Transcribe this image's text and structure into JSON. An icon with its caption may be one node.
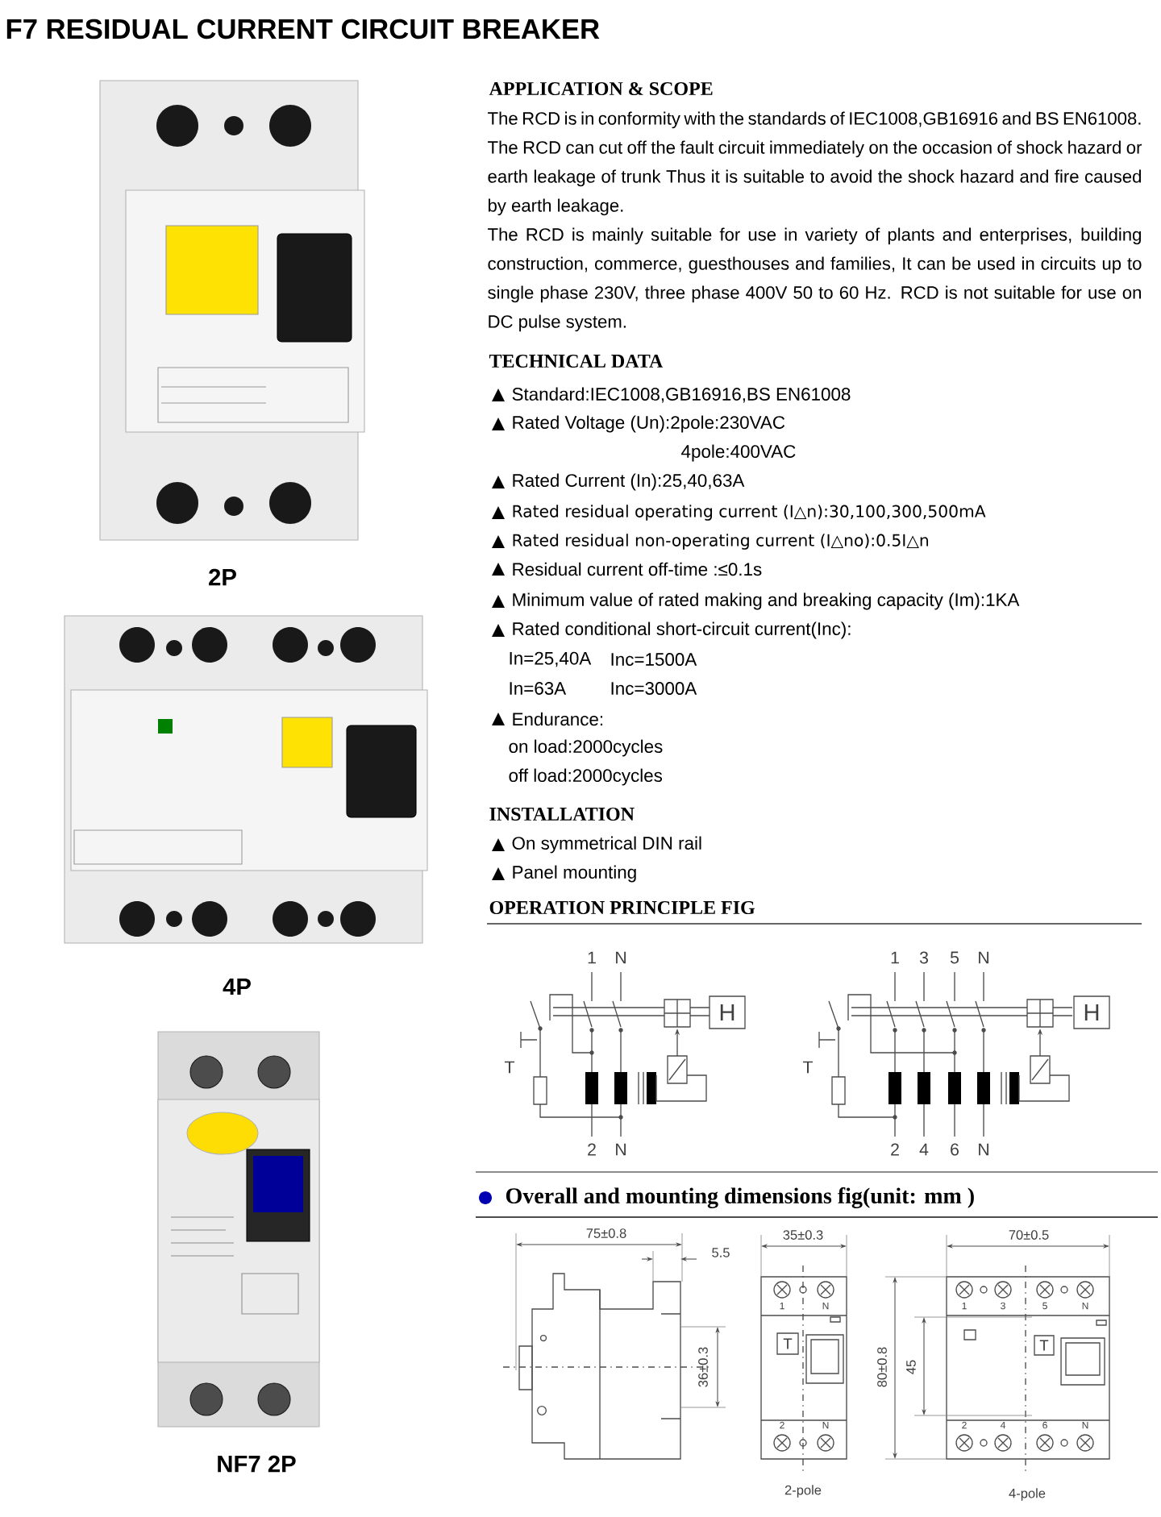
{
  "diagram": {
    "title": "F7 RESIDUAL CURRENT CIRCUIT BREAKER",
    "nodes": [
      {
        "text": [
          "H"
        ]
      },
      {
        "text": [
          "H"
        ]
      },
      {
        "text": [
          "T"
        ]
      },
      {
        "text": [
          "T"
        ]
      }
    ],
    "labels": [
      "2P",
      "4P",
      "NF7 2P",
      "APPLICATION & SCOPE",
      "The RCD is in conformity with the standards of IEC1008,GB16916 and BS EN61008. The RCD can cut off the fault circuit immediately on the occasion of shock hazard or earth leakage of trunk Thus it is suitable to avoid the shock hazard and fire caused by earth leakage.",
      "The RCD is mainly suitable for use in variety of plants and enterprises, building construction, commerce, guesthouses and families, It can be used in circuits up to single phase 230V, three phase 400V 50 to 60 Hz. RCD is not suitable for use on DC pulse system.",
      "TECHNICAL DATA",
      "Standard:IEC1008,GB16916,BS EN61008",
      "Rated Voltage (Un):2pole:230VAC",
      "4pole:400VAC",
      "Rated Current (In):25,40,63A",
      "Rated residual operating current (I△n):30,100,300,500mA",
      "Rated residual non-operating current (I△no):0.5I△n",
      "Residual current off-time :≤0.1s",
      "Minimum value of rated making and breaking capacity (Im):1KA",
      "Rated conditional short-circuit current(Inc):",
      "In=25,40A",
      "Inc=1500A",
      "In=63A",
      "Inc=3000A",
      "Endurance:",
      "on load:2000cycles",
      "off load:2000cycles",
      "INSTALLATION",
      "On symmetrical DIN rail",
      "Panel mounting",
      "OPERATION PRINCIPLE FIG",
      "1",
      "N",
      "T",
      "2",
      "N",
      "1",
      "3",
      "5",
      "N",
      "T",
      "2",
      "4",
      "6",
      "N",
      "Overall and mounting dimensions fig(unit: mm )",
      "75±0.8",
      "5.5",
      "36±0.3",
      "35±0.3",
      "1",
      "N",
      "2",
      "N",
      "2-pole",
      "70±0.5",
      "80±0.8",
      "45",
      "1",
      "3",
      "5",
      "N",
      "2",
      "4",
      "6",
      "N",
      "4-pole"
    ]
  }
}
